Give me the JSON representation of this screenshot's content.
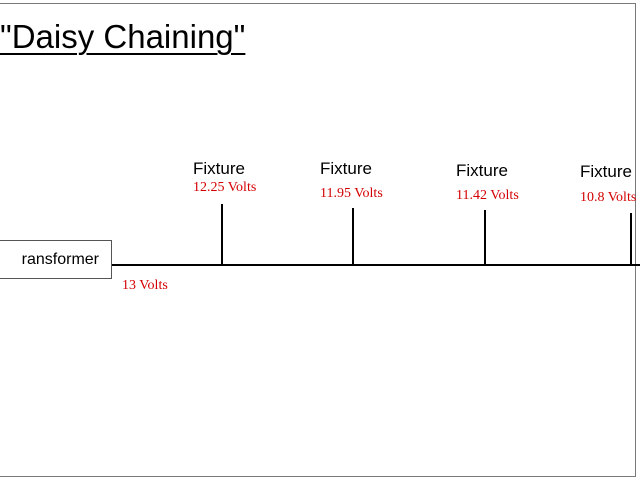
{
  "title": "\"Daisy Chaining\"",
  "transformer": {
    "label": "ransformer",
    "output_voltage": "13 Volts"
  },
  "fixtures": [
    {
      "label": "Fixture",
      "voltage": "12.25 Volts"
    },
    {
      "label": "Fixture",
      "voltage": "11.95 Volts"
    },
    {
      "label": "Fixture",
      "voltage": "11.42 Volts"
    },
    {
      "label": "Fixture",
      "voltage": "10.8 Volts"
    }
  ],
  "colors": {
    "voltage_text": "#d40000",
    "lines": "#000000"
  }
}
